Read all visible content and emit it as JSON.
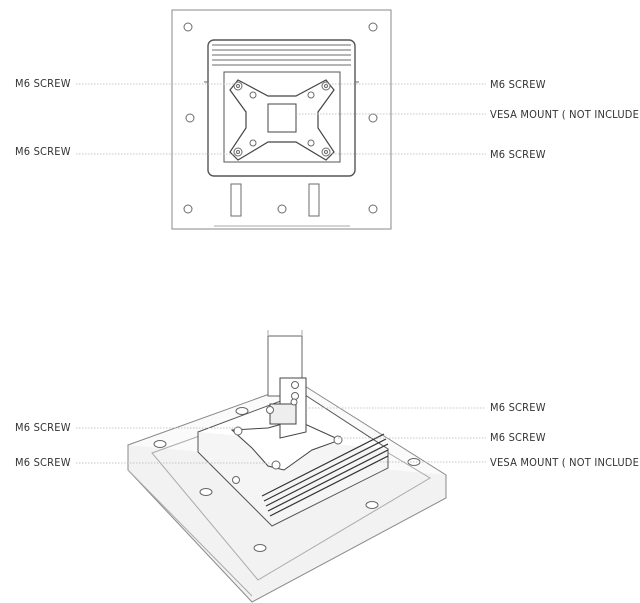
{
  "top_view": {
    "labels": {
      "left_upper": "M6 SCREW",
      "left_lower": "M6 SCREW",
      "right_upper": "M6 SCREW",
      "right_middle": "VESA MOUNT ( NOT INCLUDED)",
      "right_lower": "M6 SCREW"
    }
  },
  "iso_view": {
    "labels": {
      "left_upper": "M6 SCREW",
      "left_lower": "M6 SCREW",
      "right_upper": "M6 SCREW",
      "right_middle": "M6 SCREW",
      "right_lower": "VESA MOUNT ( NOT INCLUDED)"
    }
  }
}
